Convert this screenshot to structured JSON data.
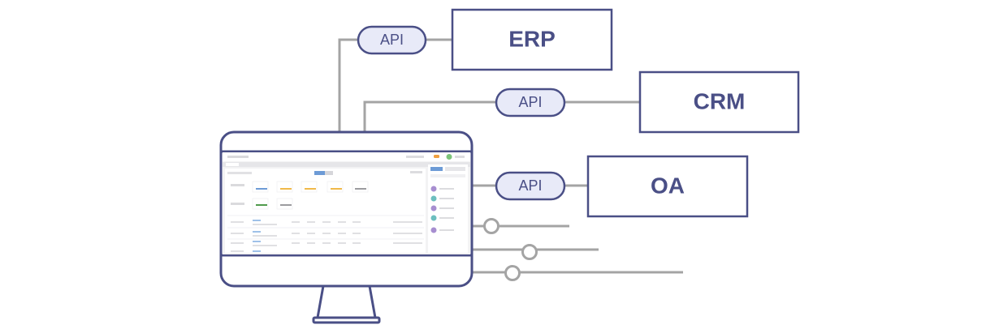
{
  "systems": {
    "erp": {
      "label": "ERP"
    },
    "crm": {
      "label": "CRM"
    },
    "oa": {
      "label": "OA"
    }
  },
  "api_pills": {
    "erp": {
      "label": "API"
    },
    "crm": {
      "label": "API"
    },
    "oa": {
      "label": "API"
    }
  },
  "colors": {
    "outline": "#4a4f86",
    "pill_fill": "#e8eaf8",
    "connector": "#a4a4a4",
    "screen_bg": "#f3f3f4",
    "accent_blue": "#6d9bd6",
    "accent_yellow": "#f0b94a",
    "accent_green": "#4f9a4c",
    "accent_purple": "#a78ed0",
    "accent_teal": "#6dbfbf"
  }
}
